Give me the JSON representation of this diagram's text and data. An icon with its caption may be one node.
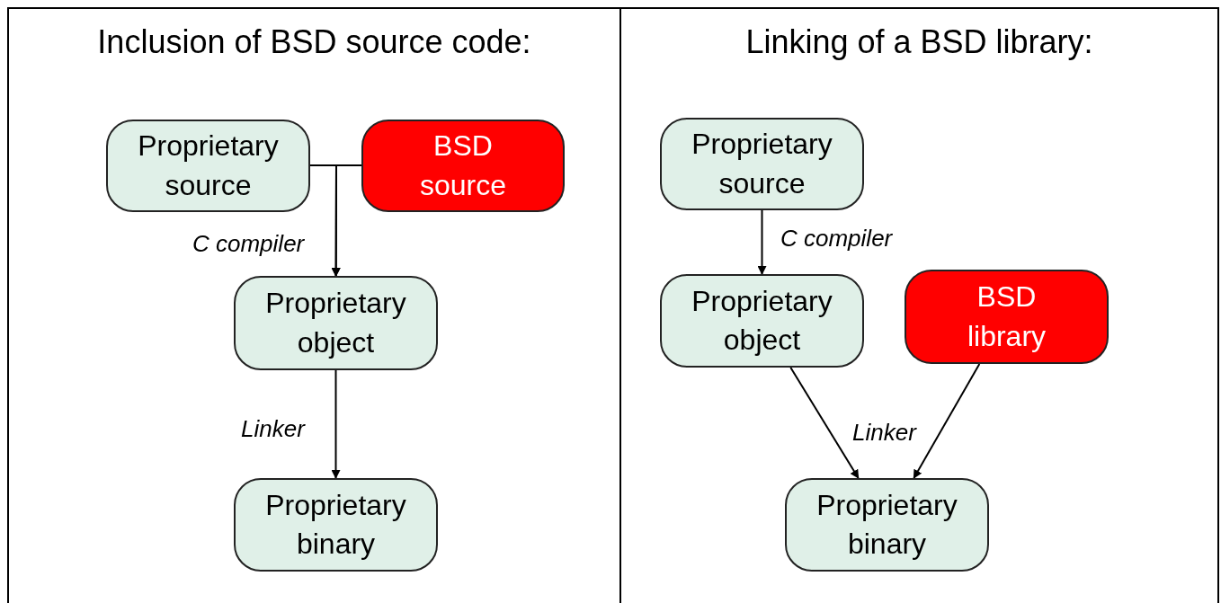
{
  "diagram": {
    "nodes": [
      {
        "text": [
          "Inclusion of BSD source code:"
        ]
      },
      {
        "text": [
          "Proprietary source"
        ],
        "in": 0
      },
      {
        "text": [
          "BSD source"
        ],
        "in": 0
      },
      {
        "text": [
          "Proprietary object"
        ],
        "in": 0
      },
      {
        "text": [
          "Proprietary binary"
        ],
        "in": 0
      },
      {
        "text": [
          "Linking of a BSD library:"
        ]
      },
      {
        "text": [
          "Proprietary source"
        ],
        "in": 5
      },
      {
        "text": [
          "Proprietary object"
        ],
        "in": 5
      },
      {
        "text": [
          "BSD library"
        ],
        "in": 5
      },
      {
        "text": [
          "Proprietary binary"
        ],
        "in": 5
      }
    ],
    "edges": [
      {
        "from": 1,
        "to": 3,
        "arrow": "to",
        "label": "C compiler"
      },
      {
        "from": 2,
        "to": 3,
        "arrow": "to"
      },
      {
        "from": 3,
        "to": 4,
        "arrow": "to",
        "label": "Linker"
      },
      {
        "from": 6,
        "to": 7,
        "arrow": "to",
        "label": "C compiler"
      },
      {
        "from": 7,
        "to": 9,
        "arrow": "to",
        "label": "Linker"
      },
      {
        "from": 8,
        "to": 9,
        "arrow": "to"
      }
    ]
  }
}
